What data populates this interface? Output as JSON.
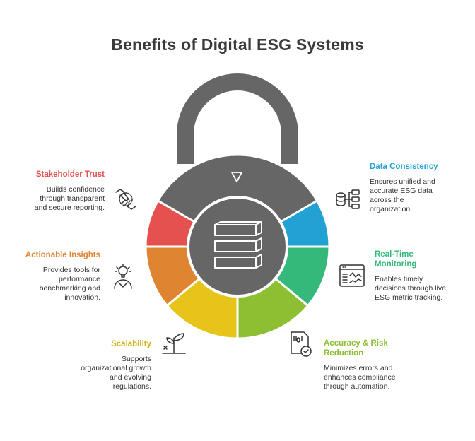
{
  "title": "Benefits of Digital ESG Systems",
  "items": [
    {
      "key": "stakeholder_trust",
      "title": "Stakeholder Trust",
      "desc": "Builds confidence\nthrough transparent\nand secure reporting.",
      "color": "#E5514F",
      "icon": "handshake-gear-icon"
    },
    {
      "key": "actionable_insights",
      "title": "Actionable Insights",
      "desc": "Provides tools for\nperformance\nbenchmarking and\ninnovation.",
      "color": "#DF8532",
      "icon": "idea-person-icon"
    },
    {
      "key": "scalability",
      "title": "Scalability",
      "desc": "Supports\norganizational growth\nand evolving\nregulations.",
      "color": "#E6C41A",
      "icon": "growing-plant-icon"
    },
    {
      "key": "accuracy",
      "title": "Accuracy & Risk\nReduction",
      "desc": "Minimizes errors and\nenhances compliance\nthrough automation.",
      "color": "#8DBF33",
      "icon": "verified-document-icon"
    },
    {
      "key": "realtime",
      "title": "Real-Time\nMonitoring",
      "desc": "Enables timely\ndecisions through live\nESG metric tracking.",
      "color": "#34B97B",
      "icon": "dashboard-monitor-icon"
    },
    {
      "key": "consistency",
      "title": "Data Consistency",
      "desc": "Ensures unified and\naccurate ESG data\nacross the\norganization.",
      "color": "#22A2D4",
      "icon": "database-network-icon"
    }
  ],
  "colors": {
    "lock_body": "#666666",
    "lock_shackle": "#666666",
    "title_text": "#3a3a3a"
  }
}
